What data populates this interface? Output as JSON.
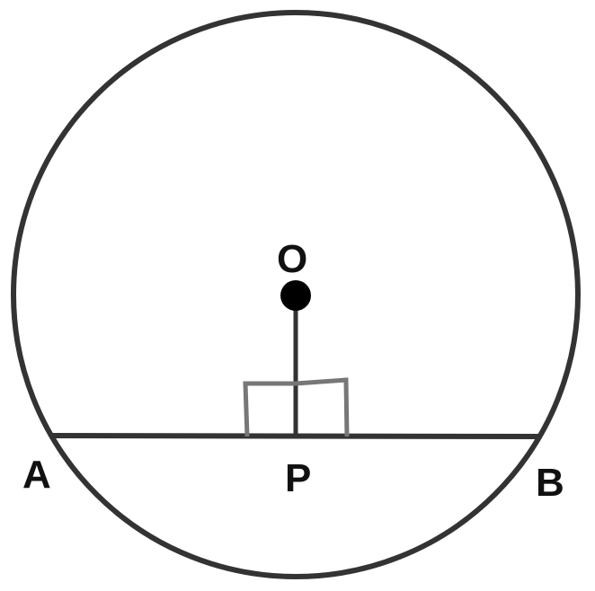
{
  "labels": {
    "center": "O",
    "foot": "P",
    "left_end": "A",
    "right_end": "B"
  },
  "colors": {
    "stroke": "#333333",
    "right_angle": "#777777",
    "point": "#000000"
  }
}
